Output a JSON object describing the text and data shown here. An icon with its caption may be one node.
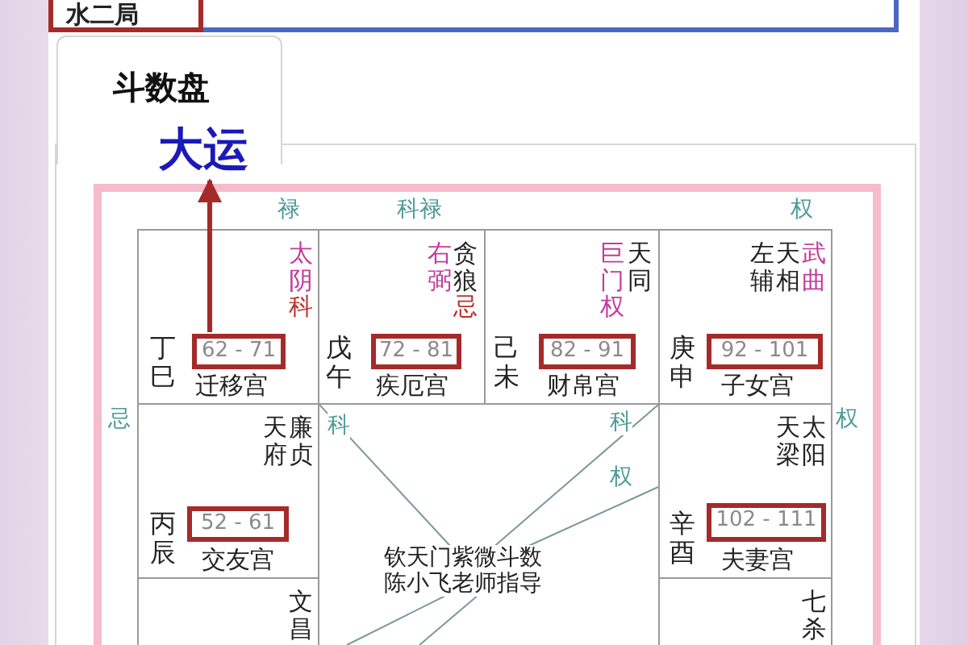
{
  "diagram": {
    "nodes": [
      {
        "text": [
          "水二局"
        ]
      },
      {
        "text": [
          "斗数盘"
        ]
      },
      {
        "text": [
          "大运"
        ]
      },
      {
        "text": [
          "太阴",
          "科",
          "丁巳",
          "迁移宫"
        ]
      },
      {
        "text": [
          "62 - 71"
        ],
        "in": 3
      },
      {
        "text": [
          "右弼",
          "贪狼",
          "忌",
          "戊午",
          "疾厄宫"
        ]
      },
      {
        "text": [
          "72 - 81"
        ],
        "in": 5
      },
      {
        "text": [
          "巨门权",
          "天同",
          "己未",
          "财帛宫"
        ]
      },
      {
        "text": [
          "82 - 91"
        ],
        "in": 7
      },
      {
        "text": [
          "左辅",
          "天相",
          "武曲",
          "庚申",
          "子女宫"
        ]
      },
      {
        "text": [
          "92 - 101"
        ],
        "in": 9
      },
      {
        "text": [
          "天府",
          "廉贞",
          "丙辰",
          "交友宫"
        ]
      },
      {
        "text": [
          "52 - 61"
        ],
        "in": 11
      },
      {
        "text": [
          "天梁",
          "太阳",
          "辛酉",
          "夫妻宫"
        ]
      },
      {
        "text": [
          "102 - 111"
        ],
        "in": 13
      },
      {
        "text": [
          "文昌"
        ]
      },
      {
        "text": [
          "七杀"
        ]
      }
    ],
    "edges": [
      {
        "from": 4,
        "to": 2,
        "arrow": "to"
      }
    ],
    "labels": [
      "禄",
      "科禄",
      "权",
      "忌",
      "科",
      "科",
      "权",
      "权",
      "钦天门紫微斗数陈小飞老师指导"
    ]
  }
}
